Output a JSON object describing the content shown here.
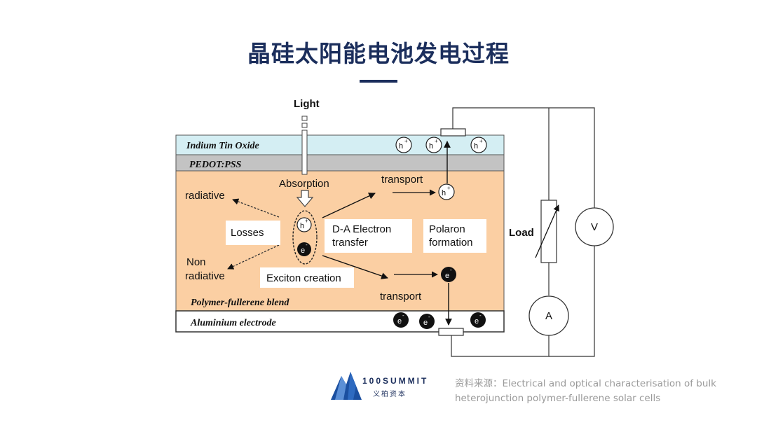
{
  "title": "晶硅太阳能电池发电过程",
  "diagram": {
    "light": "Light",
    "layers": {
      "ito": "Indium Tin Oxide",
      "pedot": "PEDOT:PSS",
      "blend": "Polymer-fullerene blend",
      "aluminium": "Aluminium electrode"
    },
    "labels": {
      "absorption": "Absorption",
      "radiative": "radiative",
      "non_radiative_1": "Non",
      "non_radiative_2": "radiative",
      "losses": "Losses",
      "da_line1": "D-A Electron",
      "da_line2": "transfer",
      "polaron_line1": "Polaron",
      "polaron_line2": "formation",
      "exciton": "Exciton creation",
      "transport_top": "transport",
      "transport_bottom": "transport",
      "load": "Load",
      "voltmeter": "V",
      "ammeter": "A",
      "hole": "h",
      "electron": "e",
      "hole_sup": "+",
      "electron_sup": "-"
    },
    "colors": {
      "ito": "#d4eef3",
      "pedot": "#c3c3c3",
      "blend": "#fbcfa3",
      "aluminium": "#ffffff"
    }
  },
  "logo": {
    "name": "100SUMMIT",
    "cn": "义柏资本"
  },
  "source": {
    "line1": "资料来源：Electrical and optical characterisation of bulk",
    "line2": "heterojunction polymer-fullerene solar cells"
  }
}
